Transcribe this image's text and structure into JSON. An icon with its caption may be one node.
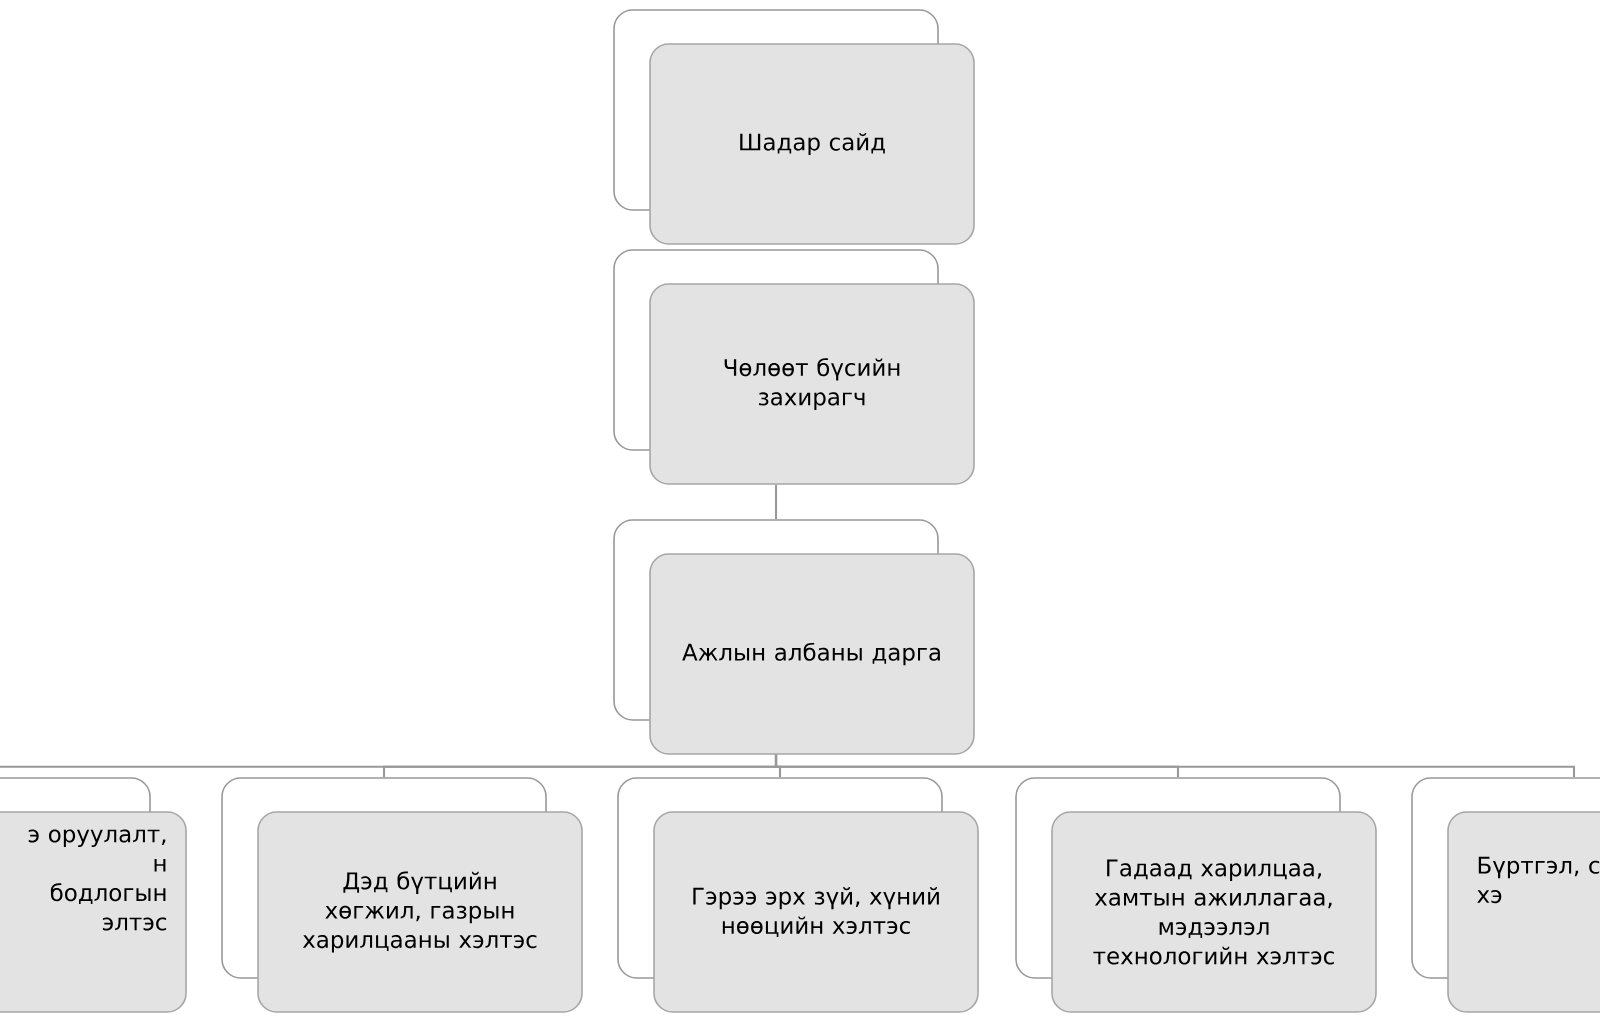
{
  "diagram": {
    "nodes": [
      {
        "text": [
          "Шадар сайд"
        ]
      },
      {
        "text": [
          "Чөлөөт бүсийн захирагч"
        ]
      },
      {
        "text": [
          "Ажлын албаны дарга"
        ]
      },
      {
        "text": [
          "э оруулалт, н бодлогын элтэс"
        ]
      },
      {
        "text": [
          "Дэд бүтцийн хөгжил, газрын харилцааны хэлтэс"
        ]
      },
      {
        "text": [
          "Гэрээ эрх зүй, хүний нөөцийн хэлтэс"
        ]
      },
      {
        "text": [
          "Гадаад харилцаа, хамтын ажиллагаа, мэдээлэл технологийн хэлтэс"
        ]
      },
      {
        "text": [
          "Бүртгэл, с хэ"
        ]
      }
    ],
    "edges": [
      {
        "from": 1,
        "to": 2,
        "arrow": "none"
      },
      {
        "from": 2,
        "to": 3,
        "arrow": "none"
      },
      {
        "from": 2,
        "to": 4,
        "arrow": "none"
      },
      {
        "from": 2,
        "to": 5,
        "arrow": "none"
      },
      {
        "from": 2,
        "to": 6,
        "arrow": "none"
      },
      {
        "from": 2,
        "to": 7,
        "arrow": "none"
      }
    ]
  }
}
